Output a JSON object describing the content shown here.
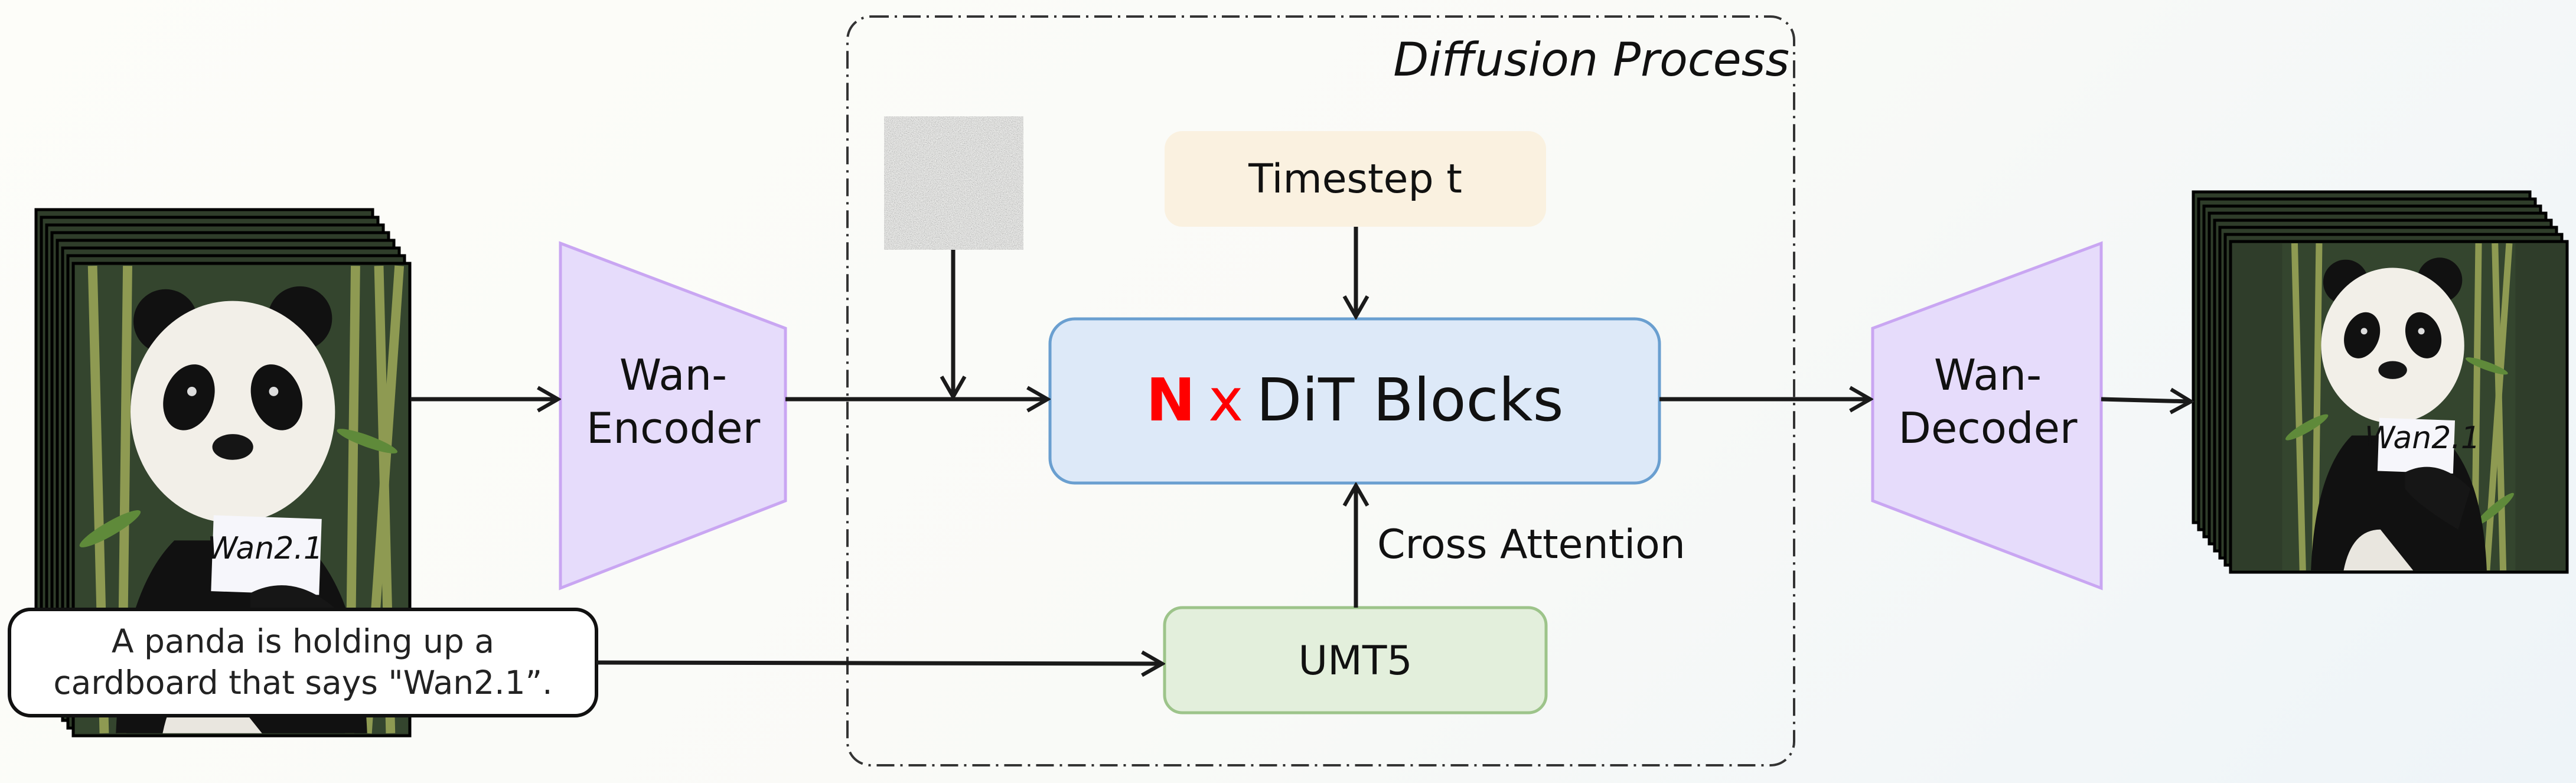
{
  "diffusion_box": {
    "title": "Diffusion Process"
  },
  "encoder": {
    "line1": "Wan-",
    "line2": "Encoder"
  },
  "decoder": {
    "line1": "Wan-",
    "line2": "Decoder"
  },
  "timestep": {
    "label": "Timestep t"
  },
  "dit": {
    "n": "N",
    "x": "x",
    "label": "DiT Blocks"
  },
  "umt5": {
    "label": "UMT5"
  },
  "cross_attention": {
    "label": "Cross Attention"
  },
  "prompt": {
    "line1": "A panda is holding up a",
    "line2": "cardboard that says \"Wan2.1”."
  },
  "frame_sign": "Wan2.1",
  "colors": {
    "encoder_fill": "#e6dcfb",
    "encoder_stroke": "#c9a6f2",
    "timestep_fill": "#faf1e0",
    "dit_fill": "#dde9f8",
    "dit_stroke": "#6a9fd0",
    "umt5_fill": "#e3efdc",
    "umt5_stroke": "#9dc48a",
    "highlight": "#ff0000"
  }
}
